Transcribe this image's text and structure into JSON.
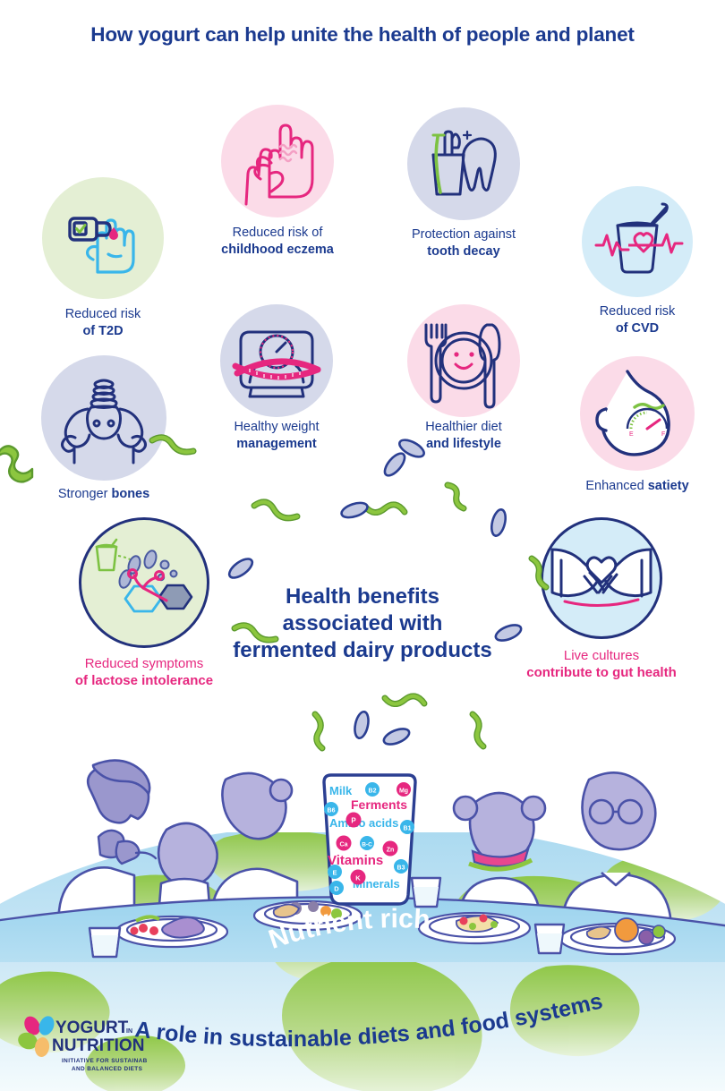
{
  "title": "How yogurt can help unite the health of people and planet",
  "colors": {
    "navy": "#1b3a8f",
    "deep_navy": "#22317c",
    "pink": "#e6277f",
    "cyan": "#39b6ea",
    "green": "#7dc242",
    "circle_green": "#e4efd4",
    "circle_pink": "#fbdbe8",
    "circle_lavender": "#d5d9ea",
    "circle_blue": "#d4ecf8",
    "globe_sea": "#a8d8ef",
    "globe_land": "#8cc63f"
  },
  "center_heading": "Health benefits associated with fermented dairy products",
  "benefits": [
    {
      "id": "t2d",
      "label_plain": "Reduced risk",
      "label_bold": "of T2D",
      "icon": "glucose-meter-icon",
      "circle": "#e4efd4"
    },
    {
      "id": "eczema",
      "label_plain": "Reduced risk of",
      "label_bold": "childhood eczema",
      "icon": "scratching-hands-icon",
      "circle": "#fbdbe8"
    },
    {
      "id": "tooth",
      "label_plain": "Protection against",
      "label_bold": "tooth decay",
      "icon": "toothbrush-tooth-icon",
      "circle": "#d5d9ea"
    },
    {
      "id": "cvd",
      "label_plain": "Reduced risk",
      "label_bold": "of CVD",
      "icon": "yogurt-heartbeat-icon",
      "circle": "#d4ecf8"
    },
    {
      "id": "bones",
      "label_plain": "Stronger ",
      "label_bold": "bones",
      "icon": "pelvis-bone-icon",
      "circle": "#d5d9ea"
    },
    {
      "id": "weight",
      "label_plain": "Healthy weight",
      "label_bold": "management",
      "icon": "weight-scale-icon",
      "circle": "#d5d9ea"
    },
    {
      "id": "diet",
      "label_plain": "Healthier diet",
      "label_bold": "and lifestyle",
      "icon": "smiling-plate-icon",
      "circle": "#fbdbe8"
    },
    {
      "id": "satiety",
      "label_plain": "Enhanced ",
      "label_bold": "satiety",
      "icon": "stomach-gauge-icon",
      "circle": "#fbdbe8"
    },
    {
      "id": "lactose",
      "label_plain": "Reduced symptoms",
      "label_bold": "of lactose intolerance",
      "icon": "lactase-enzyme-icon",
      "circle": "#e4efd4"
    },
    {
      "id": "gut",
      "label_plain": "Live cultures",
      "label_bold": "contribute to gut health",
      "icon": "hands-heart-belly-icon",
      "circle": "#d4ecf8"
    }
  ],
  "pot": {
    "words": [
      "Milk",
      "Ferments",
      "Amino acids",
      "Vitamins",
      "Minerals"
    ],
    "badges": [
      "B2",
      "Mg",
      "B6",
      "P",
      "B1",
      "Ca",
      "B-C",
      "Zn",
      "B3",
      "E",
      "K",
      "D"
    ]
  },
  "globe": {
    "nutrient_rich": "Nutrient rich",
    "sustainable": "A role in sustainable diets and food systems"
  },
  "logo": {
    "word1": "YOGURT",
    "word_in": "IN",
    "word2": "NUTRITION",
    "tagline1": "INITIATIVE FOR SUSTAINABLE",
    "tagline2": "AND BALANCED DIETS"
  }
}
